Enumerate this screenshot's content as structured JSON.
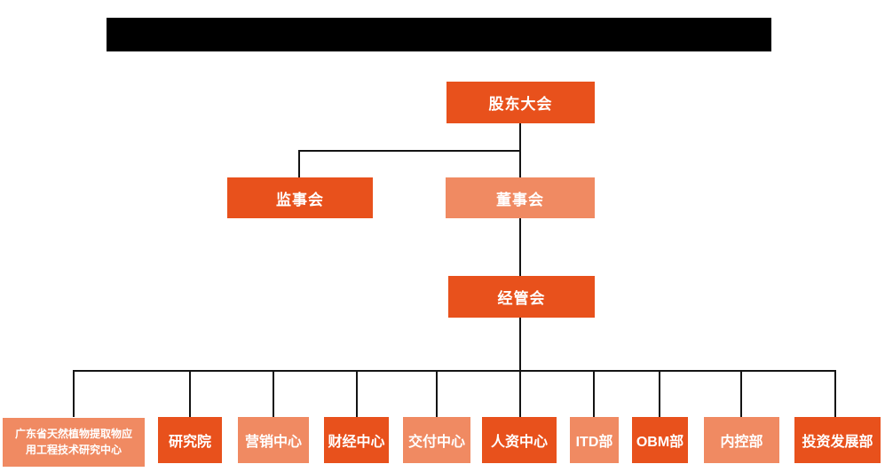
{
  "header": {
    "redacted_title_bar": true
  },
  "colors": {
    "box_dark": "#E8511C",
    "box_light": "#F08A62",
    "connector_line": "#141414",
    "box_text": "#FFFFFF",
    "redacted_bar": "#000000",
    "background": "#FFFFFF"
  },
  "org_chart": {
    "type": "org-tree",
    "level1": {
      "label": "股东大会",
      "variant": "dark"
    },
    "level2": [
      {
        "label": "监事会",
        "variant": "dark"
      },
      {
        "label": "董事会",
        "variant": "light"
      }
    ],
    "level3": {
      "label": "经管会",
      "variant": "dark"
    },
    "departments": [
      {
        "label": "广东省天然植物提取物应用工程技术研究中心",
        "variant": "light"
      },
      {
        "label": "研究院",
        "variant": "dark"
      },
      {
        "label": "营销中心",
        "variant": "light"
      },
      {
        "label": "财经中心",
        "variant": "dark"
      },
      {
        "label": "交付中心",
        "variant": "light"
      },
      {
        "label": "人资中心",
        "variant": "dark"
      },
      {
        "label": "ITD部",
        "variant": "light"
      },
      {
        "label": "OBM部",
        "variant": "dark"
      },
      {
        "label": "内控部",
        "variant": "light"
      },
      {
        "label": "投资发展部",
        "variant": "dark"
      }
    ]
  }
}
